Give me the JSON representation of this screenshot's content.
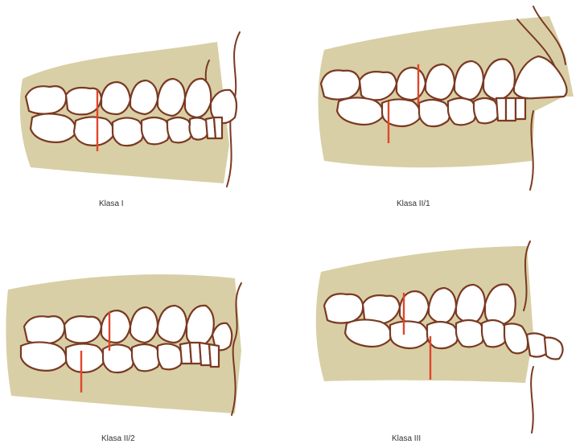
{
  "colors": {
    "gum": "#d9cfa6",
    "outline": "#7a3a22",
    "marker": "#e0462a",
    "background": "#ffffff"
  },
  "panels": [
    {
      "caption": "Klasa I"
    },
    {
      "caption": "Klasa II/1"
    },
    {
      "caption": "Klasa II/2"
    },
    {
      "caption": "Klasa III"
    }
  ]
}
